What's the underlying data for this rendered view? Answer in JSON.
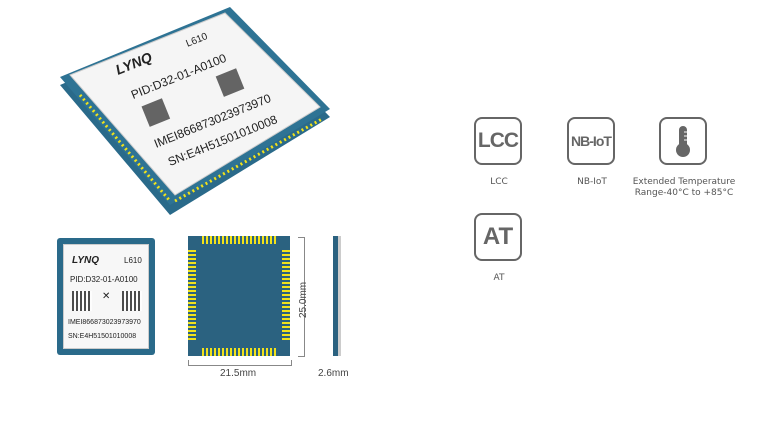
{
  "module": {
    "brand": "LYNQ",
    "model": "L610",
    "pid": "PID:D32-01-A0100",
    "imei": "IMEI866873023973970",
    "sn": "SN:E4H51501010008"
  },
  "dimensions": {
    "width": "21.5mm",
    "height": "25.0mm",
    "thickness": "2.6mm"
  },
  "features": [
    {
      "icon": "LCC",
      "label": "LCC"
    },
    {
      "icon": "NB-IoT",
      "label": "NB-IoT"
    },
    {
      "icon": "thermometer-icon",
      "label_line1": "Extended Temperature",
      "label_line2": "Range-40°C to +85°C"
    },
    {
      "icon": "AT",
      "label": "AT"
    }
  ],
  "colors": {
    "pcb": "#2b6280",
    "pad": "#f2e21a",
    "icon": "#666666"
  }
}
